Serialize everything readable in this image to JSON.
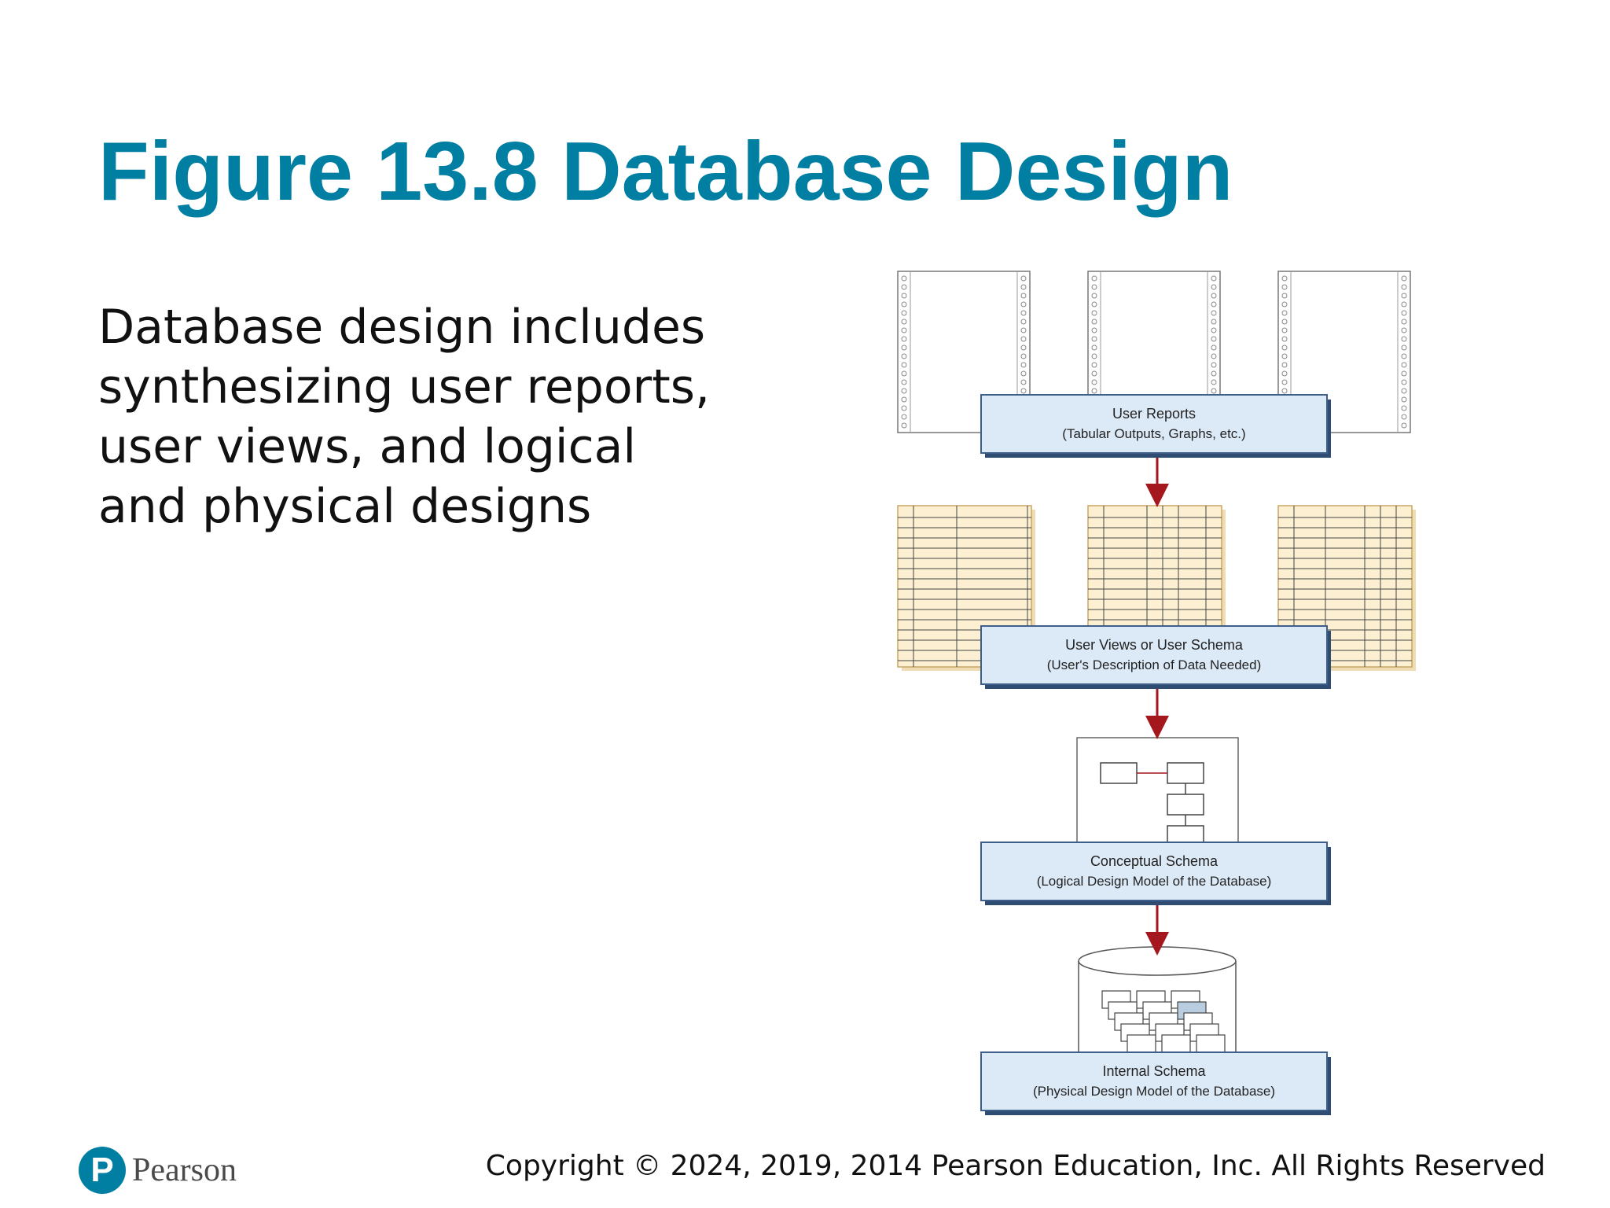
{
  "slide": {
    "title": "Figure 13.8 Database Design",
    "body_lines": [
      "Database design includes",
      "synthesizing user reports,",
      "user views, and logical",
      "and physical designs"
    ]
  },
  "diagram": {
    "stages": [
      {
        "line1": "User Reports",
        "line2": "(Tabular Outputs, Graphs, etc.)"
      },
      {
        "line1": "User Views or User Schema",
        "line2": "(User's Description of Data Needed)"
      },
      {
        "line1": "Conceptual Schema",
        "line2": "(Logical Design Model of the Database)"
      },
      {
        "line1": "Internal Schema",
        "line2": "(Physical Design Model of the Database)"
      }
    ],
    "colors": {
      "box_fill": "#dce9f7",
      "box_border": "#3d5f8a",
      "arrow": "#a3171d",
      "table_fill": "#fcefd2",
      "table_border": "#caa764"
    }
  },
  "footer": {
    "copyright": "Copyright © 2024, 2019, 2014 Pearson Education, Inc. All Rights Reserved",
    "logo_word": "Pearson",
    "logo_letter": "P"
  }
}
